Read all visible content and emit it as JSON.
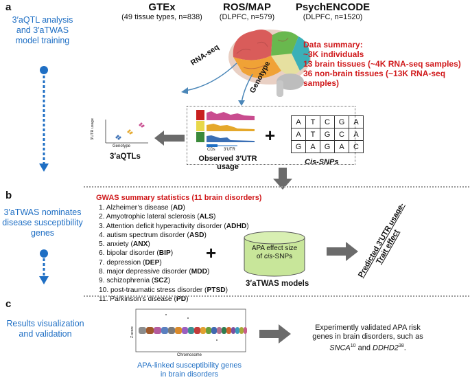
{
  "panels": {
    "a": {
      "letter": "a",
      "heading": [
        "3′aQTL analysis",
        "and 3′aTWAS",
        "model training"
      ],
      "sources": [
        {
          "name": "GTEx",
          "detail": "(49 tissue types, n=838)"
        },
        {
          "name": "ROS/MAP",
          "detail": "(DLPFC, n=579)"
        },
        {
          "name": "PsychENCODE",
          "detail": "(DLPFC, n=1520)"
        }
      ],
      "summary": {
        "title": "Data summary:",
        "lines": [
          "~3K individuals",
          "13 brain tissues (~4K RNA-seq samples)",
          "36 non-brain tissues (~13K RNA-seq samples)"
        ]
      },
      "arrow_labels": {
        "rnaseq": "RNA-seq",
        "genotype": "Genotype"
      },
      "usage_box": {
        "label": [
          "Observed 3′UTR",
          "usage"
        ],
        "axis_cds": "CDs",
        "axis_utr": "3′UTR",
        "track_colors": [
          "#c94c8f",
          "#e5a82b",
          "#3a6fb5"
        ],
        "block_colors": [
          "#c8201e",
          "#e8d84a",
          "#3b8a3b"
        ]
      },
      "snp_grid": {
        "label": "Cis-SNPs",
        "rows": [
          [
            "A",
            "T",
            "C",
            "G",
            "A"
          ],
          [
            "A",
            "T",
            "G",
            "C",
            "A"
          ],
          [
            "G",
            "A",
            "G",
            "A",
            "C"
          ]
        ]
      },
      "qtl_plot": {
        "ylabel": "3′UTR usage",
        "xlabel": "Genotype",
        "label": "3′aQTLs"
      }
    },
    "b": {
      "letter": "b",
      "heading": [
        "3′aTWAS nominates",
        "disease susceptibility",
        "genes"
      ],
      "gwas_title": "GWAS summary statistics (11 brain disorders)",
      "disorders": [
        {
          "n": "1.",
          "name": "Alzheimer’s disease",
          "abbr": "AD"
        },
        {
          "n": "2.",
          "name": "Amyotrophic lateral sclerosis",
          "abbr": "ALS"
        },
        {
          "n": "3.",
          "name": "Attention deficit hyperactivity disorder",
          "abbr": "ADHD"
        },
        {
          "n": "4.",
          "name": "autism spectrum disorder",
          "abbr": "ASD"
        },
        {
          "n": "5.",
          "name": "anxiety",
          "abbr": "ANX"
        },
        {
          "n": "6.",
          "name": "bipolar disorder",
          "abbr": "BIP"
        },
        {
          "n": "7.",
          "name": "depression",
          "abbr": "DEP"
        },
        {
          "n": "8.",
          "name": "major depressive disorder",
          "abbr": "MDD"
        },
        {
          "n": "9.",
          "name": "schizophrenia",
          "abbr": "SCZ"
        },
        {
          "n": "10.",
          "name": "post-traumatic stress disorder",
          "abbr": "PTSD"
        },
        {
          "n": "11.",
          "name": "Parkinson’s disease",
          "abbr": "PD"
        }
      ],
      "cylinder": {
        "line1": "APA effect size",
        "line2_pre": "of ",
        "line2_em": "cis",
        "line2_post": "-SNPs"
      },
      "models_label": "3′aTWAS models",
      "predicted": [
        "Predicted 3′UTR usage-",
        "Trait effect"
      ]
    },
    "c": {
      "letter": "c",
      "heading": [
        "Results visualization",
        "and validation"
      ],
      "manhattan": {
        "ylabel": "Z-score",
        "xlabel": "Chromosome"
      },
      "caption": [
        "APA-linked susceptibility genes",
        "in brain disorders"
      ],
      "validated": {
        "line1": "Experimently validated APA risk",
        "line2": "genes in brain disorders, such as",
        "gene1": "SNCA",
        "ref1": "10",
        "mid": " and ",
        "gene2": "DDHD2",
        "ref2": "38",
        "end": "."
      }
    }
  },
  "colors": {
    "accent_blue": "#1f6fc4",
    "red": "#d0191b",
    "arrow_gray": "#6b6b6b",
    "cylinder": "#c8e69a"
  }
}
